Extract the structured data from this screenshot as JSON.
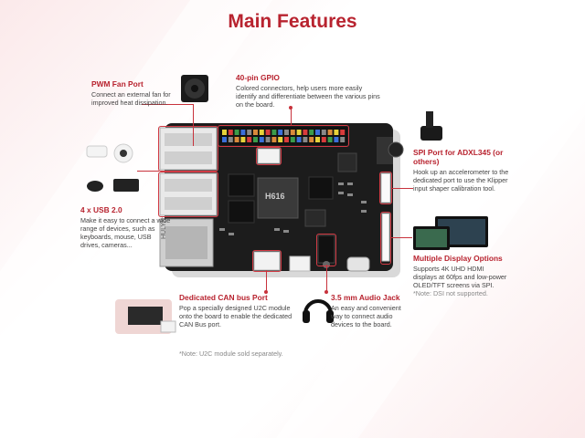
{
  "page": {
    "title": "Main Features"
  },
  "features": {
    "pwm": {
      "title": "PWM Fan Port",
      "desc": "Connect an external fan for improved heat dissipation."
    },
    "gpio": {
      "title": "40-pin GPIO",
      "desc": "Colored connectors, help users more easily identify and differentiate between the various pins on the board."
    },
    "spi": {
      "title": "SPI Port for ADXL345 (or others)",
      "desc": "Hook up an accelerometer to the dedicated port to use the Klipper input shaper calibration tool."
    },
    "usb": {
      "title": "4 x USB 2.0",
      "desc": "Make it easy to connect a wide range of devices, such as keyboards, mouse, USB drives, cameras..."
    },
    "display": {
      "title": "Multiple Display Options",
      "desc": "Supports 4K UHD HDMI displays at 60fps and low-power OLED/TFT screens via SPI.",
      "note": "*Note: DSI not supported."
    },
    "can": {
      "title": "Dedicated CAN bus Port",
      "desc": "Pop a specially designed U2C module onto the board to enable the dedicated CAN Bus port.",
      "note": "*Note: U2C module sold separately."
    },
    "audio": {
      "title": "3.5 mm Audio Jack",
      "desc": "An easy and convenient way to connect audio devices to the board."
    }
  },
  "board": {
    "chip_label": "H616",
    "brand_label": "HULYN"
  },
  "colors": {
    "accent": "#b8232f",
    "board": "#1c1c1c",
    "line": "#c8323c"
  }
}
